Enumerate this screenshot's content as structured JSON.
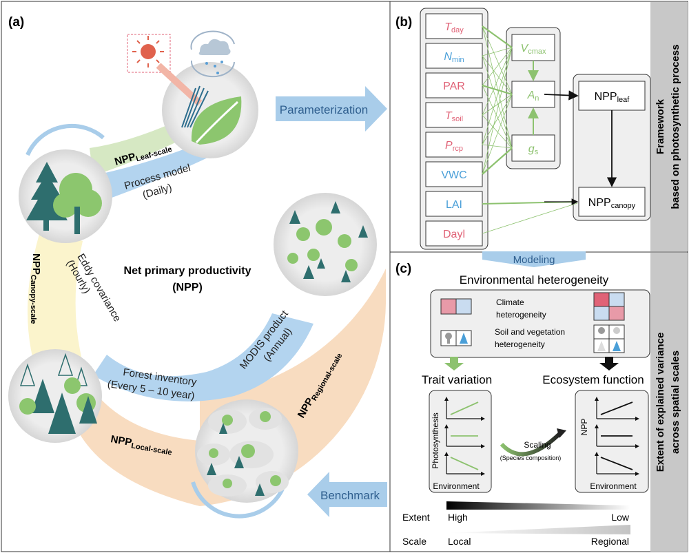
{
  "panel_a": {
    "label": "(a)",
    "center_title": [
      "Net primary productivity",
      "(NPP)"
    ],
    "parameterization": "Parameterization",
    "benchmark": "Benchmark",
    "npp_leaf": {
      "main": "NPP",
      "sub": "Leaf-scale"
    },
    "npp_canopy": {
      "main": "NPP",
      "sub": "Canopy-scale"
    },
    "npp_local": {
      "main": "NPP",
      "sub": "Local-scale"
    },
    "npp_regional": {
      "main": "NPP",
      "sub": "Regional-scale"
    },
    "process_model": [
      "Process model",
      "(Daily)"
    ],
    "eddy_covariance": [
      "Eddy covariance",
      "(Hourly)"
    ],
    "forest_inventory": [
      "Forest inventory",
      "(Every 5 – 10 year)"
    ],
    "modis": [
      "MODIS product",
      "(Annual)"
    ]
  },
  "panel_b": {
    "label": "(b)",
    "side_title": [
      "Framework",
      "based on photosynthetic process"
    ],
    "inputs": [
      {
        "main": "T",
        "sub": "day",
        "italic": true,
        "color": "#e06377"
      },
      {
        "main": "N",
        "sub": "min",
        "italic": true,
        "color": "#4a9fd8"
      },
      {
        "main": "PAR",
        "sub": "",
        "italic": false,
        "color": "#e06377"
      },
      {
        "main": "T",
        "sub": "soil",
        "italic": true,
        "color": "#e06377"
      },
      {
        "main": "P",
        "sub": "rcp",
        "italic": true,
        "color": "#e06377"
      },
      {
        "main": "VWC",
        "sub": "",
        "italic": false,
        "color": "#4a9fd8"
      },
      {
        "main": "LAI",
        "sub": "",
        "italic": false,
        "color": "#4a9fd8"
      },
      {
        "main": "Dayl",
        "sub": "",
        "italic": false,
        "color": "#e06377"
      }
    ],
    "mid": [
      {
        "main": "V",
        "sub": "cmax"
      },
      {
        "main": "A",
        "sub": "n"
      },
      {
        "main": "g",
        "sub": "s"
      }
    ],
    "npp_leaf": {
      "main": "NPP",
      "sub": "leaf"
    },
    "npp_canopy": {
      "main": "NPP",
      "sub": "canopy"
    }
  },
  "panel_c": {
    "label": "(c)",
    "modeling": "Modeling",
    "side_title": [
      "Extent of explained variance",
      "across spatial scales"
    ],
    "env_het": "Environmental heterogeneity",
    "climate_het": [
      "Climate",
      "heterogeneity"
    ],
    "soil_het": [
      "Soil and vegetation",
      "heterogeneity"
    ],
    "trait_variation": "Trait variation",
    "ecosystem_function": "Ecosystem function",
    "photosynthesis": "Photosynthesis",
    "npp_axis": "NPP",
    "environment_left": "Environment",
    "environment_right": "Environment",
    "scaling": "Scaling",
    "species_comp": "(Species composition)",
    "extent": "Extent",
    "high": "High",
    "low": "Low",
    "scale": "Scale",
    "local": "Local",
    "regional": "Regional"
  },
  "colors": {
    "red": "#e06377",
    "blue": "#4a9fd8",
    "green": "#8dc26f",
    "arrow_blue": "#a9cdea",
    "band_green": "#d6e8c3",
    "band_blue": "#b3d4ef",
    "band_yellow": "#fbf4cc",
    "band_orange": "#f8dcc0",
    "tree_dark": "#2e6e6e",
    "tree_light": "#8cc66e",
    "panel_bg": "#efefef",
    "side_bg": "#c8c8c8"
  }
}
